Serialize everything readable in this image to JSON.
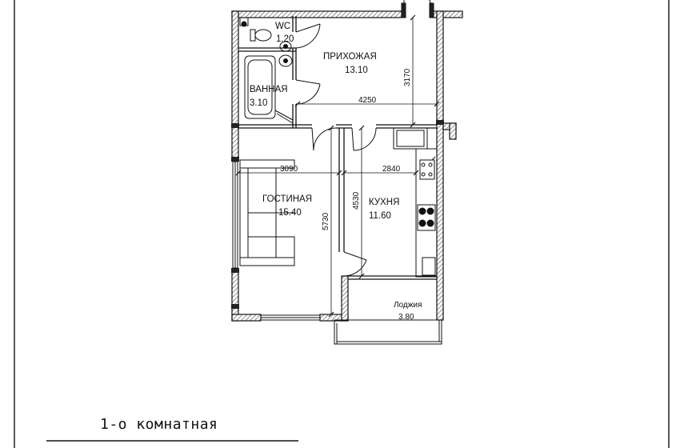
{
  "rooms": [
    {
      "id": "wc",
      "name": "WC",
      "area": "1.20"
    },
    {
      "id": "hall",
      "name": "ПРИХОЖАЯ",
      "area": "13.10"
    },
    {
      "id": "bath",
      "name": "ВАННАЯ",
      "area": "3.10"
    },
    {
      "id": "living",
      "name": "ГОСТИНАЯ",
      "area": "15.40"
    },
    {
      "id": "kitchen",
      "name": "КУХНЯ",
      "area": "11.60"
    },
    {
      "id": "loggia",
      "name": "Лоджия",
      "area": "3.80"
    }
  ],
  "dimensions": {
    "hall_height": "3170",
    "hall_width": "4250",
    "living_width": "3090",
    "kitchen_width": "2840",
    "kitchen_height": "4530",
    "living_height": "5730"
  },
  "caption": "1-о комнатная",
  "colors": {
    "wall": "#222222",
    "hatch": "#9a9a9a",
    "line": "#111111"
  }
}
